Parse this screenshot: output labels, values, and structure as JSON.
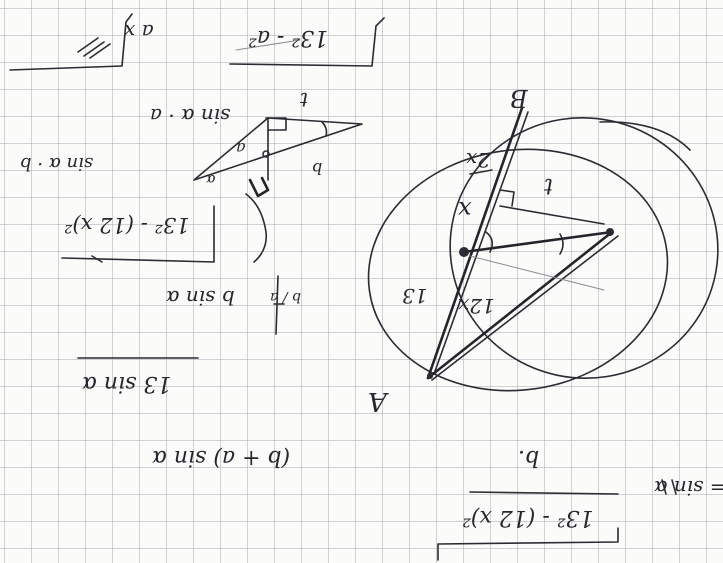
{
  "notes": {
    "top_left_sqrt": "a x",
    "top_sqrt": "13² - a²",
    "sin_alpha_a": "sin α · a",
    "sin_alpha_b": "sin α · b",
    "label_t_small": "t",
    "label_a_small": "a",
    "label_b_small": "b",
    "label_alpha_small": "α",
    "expr_sqrt_13": "13² - (12 x)²",
    "b_sin_alpha": "b sin α",
    "fraction_b_a": "b / a",
    "thirteen_sin": "13 sin α",
    "b_plus_a_sin": "(b + a) sin α",
    "bottom_sqrt": "13² - (12 x)²",
    "b_label": "b.",
    "sin_eq": "= sin α"
  },
  "figure": {
    "point_A": "A",
    "point_B": "B",
    "label_t": "t",
    "label_x": "x",
    "label_12x": "12x",
    "label_13": "13",
    "label_2x": "2x"
  }
}
